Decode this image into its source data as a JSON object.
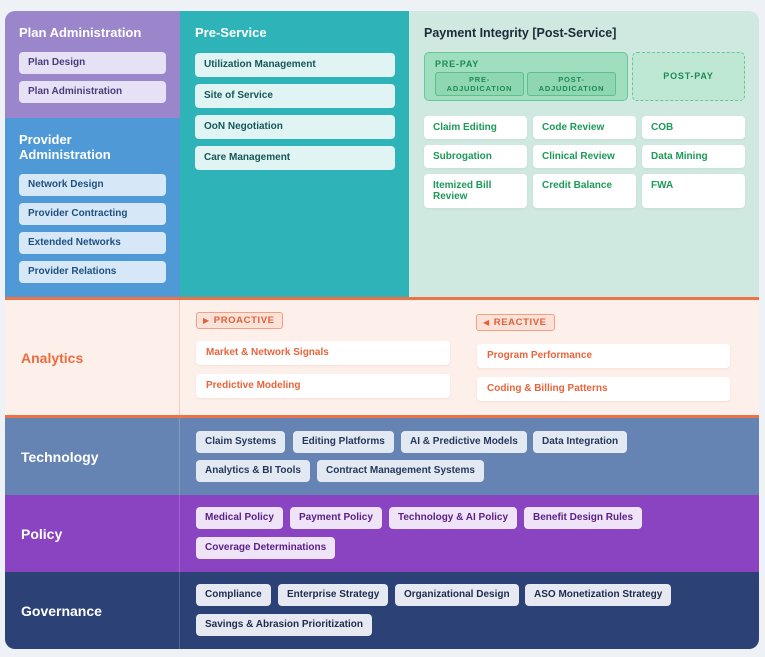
{
  "plan_administration": {
    "title": "Plan Administration",
    "items": [
      "Plan Design",
      "Plan Administration"
    ]
  },
  "provider_administration": {
    "title": "Provider Administration",
    "items": [
      "Network Design",
      "Provider Contracting",
      "Extended Networks",
      "Provider Relations"
    ]
  },
  "pre_service": {
    "title": "Pre-Service",
    "items": [
      "Utilization Management",
      "Site of Service",
      "OoN Negotiation",
      "Care Management"
    ]
  },
  "payment_integrity": {
    "title": "Payment Integrity [Post-Service]",
    "prepay_label": "PRE-PAY",
    "pre_adjudication": "PRE-\nADJUDICATION",
    "post_adjudication": "POST-\nADJUDICATION",
    "postpay_label": "POST-PAY",
    "items": [
      "Claim Editing",
      "Code Review",
      "COB",
      "Subrogation",
      "Clinical Review",
      "Data Mining",
      "Itemized Bill Review",
      "Credit Balance",
      "FWA"
    ]
  },
  "analytics": {
    "title": "Analytics",
    "proactive_label": "PROACTIVE",
    "reactive_label": "REACTIVE",
    "proactive_items": [
      "Market & Network Signals",
      "Predictive Modeling"
    ],
    "reactive_items": [
      "Program Performance",
      "Coding & Billing Patterns"
    ]
  },
  "technology": {
    "title": "Technology",
    "items": [
      "Claim Systems",
      "Editing Platforms",
      "AI & Predictive Models",
      "Data Integration",
      "Analytics & BI Tools",
      "Contract Management Systems"
    ]
  },
  "policy": {
    "title": "Policy",
    "items": [
      "Medical Policy",
      "Payment Policy",
      "Technology & AI Policy",
      "Benefit Design Rules",
      "Coverage Determinations"
    ]
  },
  "governance": {
    "title": "Governance",
    "items": [
      "Compliance",
      "Enterprise Strategy",
      "Organizational Design",
      "ASO Monetization Strategy",
      "Savings & Abrasion Prioritization"
    ]
  },
  "colors": {
    "plan_admin": "#9b86cc",
    "provider_admin": "#4f9ad6",
    "pre_service": "#2db3b8",
    "payment_integrity": "#cfe9e1",
    "analytics_accent": "#ec7248",
    "technology": "#6684b3",
    "policy": "#8a44c2",
    "governance": "#2c4277"
  },
  "icons": {
    "proactive": "play-right-icon",
    "reactive": "play-left-icon"
  }
}
